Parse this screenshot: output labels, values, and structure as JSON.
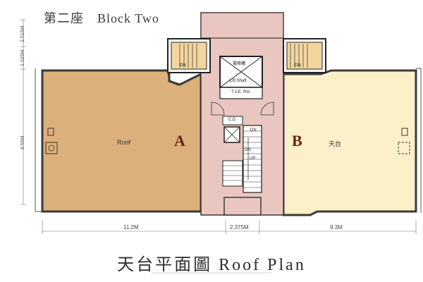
{
  "header": {
    "title": "第二座　Block Two"
  },
  "footer": {
    "title": "天台平面圖 Roof Plan"
  },
  "dimensions_vertical": [
    "2.515M",
    "1.025M",
    "8.55M"
  ],
  "dimensions_horizontal": [
    "11.2M",
    "2.375M",
    "9.3M"
  ],
  "units": {
    "a": {
      "letter": "A",
      "label": "Roof"
    },
    "b": {
      "letter": "B",
      "label": "天台"
    }
  },
  "core": {
    "lift_shaft_chinese": "電梯槽",
    "lift_shaft_english": "Lift Shaft",
    "tve_room": "T.V.E. Rm.",
    "cd": "C.D",
    "dn_stair_left": "DN",
    "dn_stair_right": "DN",
    "dn_core": "DN",
    "dn_core_2": "DN",
    "up_core": "UP"
  },
  "colors": {
    "unit_a": "#dcb07a",
    "unit_b": "#fbf0c8",
    "core": "#e9c6bf",
    "wall": "#3a3a3a"
  }
}
